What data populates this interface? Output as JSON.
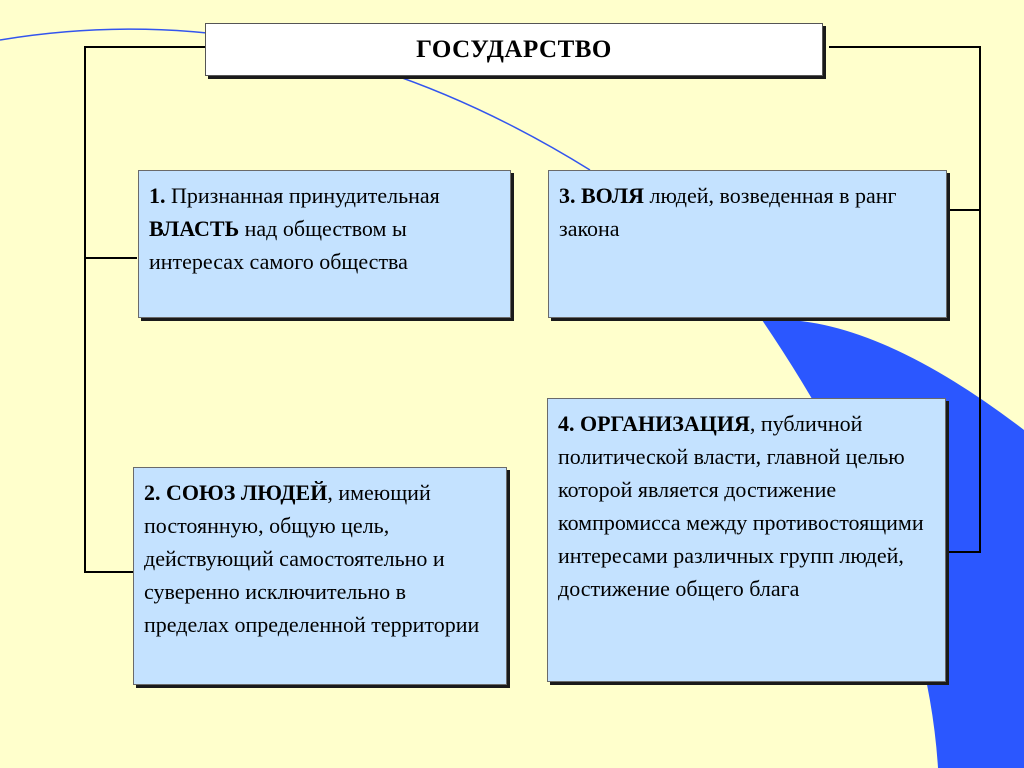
{
  "title": "ГОСУДАРСТВО",
  "colors": {
    "background": "#FFFFCC",
    "box_fill": "#C4E2FF",
    "accent_blue": "#2B57FF",
    "line": "#000000"
  },
  "blocks": [
    {
      "lead": "1.",
      "pre": " Признанная принудительная ",
      "bold": "ВЛАСТЬ",
      "post": " над обществом ы интересах самого общества"
    },
    {
      "lead": "2. СОЮЗ ЛЮДЕЙ",
      "post": ", имеющий постоянную, общую цель, действующий самостоятельно и суверенно исключительно в пределах определенной территории"
    },
    {
      "lead": "3. ВОЛЯ",
      "post": " людей, возведенная в ранг закона"
    },
    {
      "lead": "4. ОРГАНИЗАЦИЯ",
      "post": ", публичной политической власти, главной целью которой является достижение компромисса между противостоящими интересами различных групп людей, достижение общего блага"
    }
  ]
}
